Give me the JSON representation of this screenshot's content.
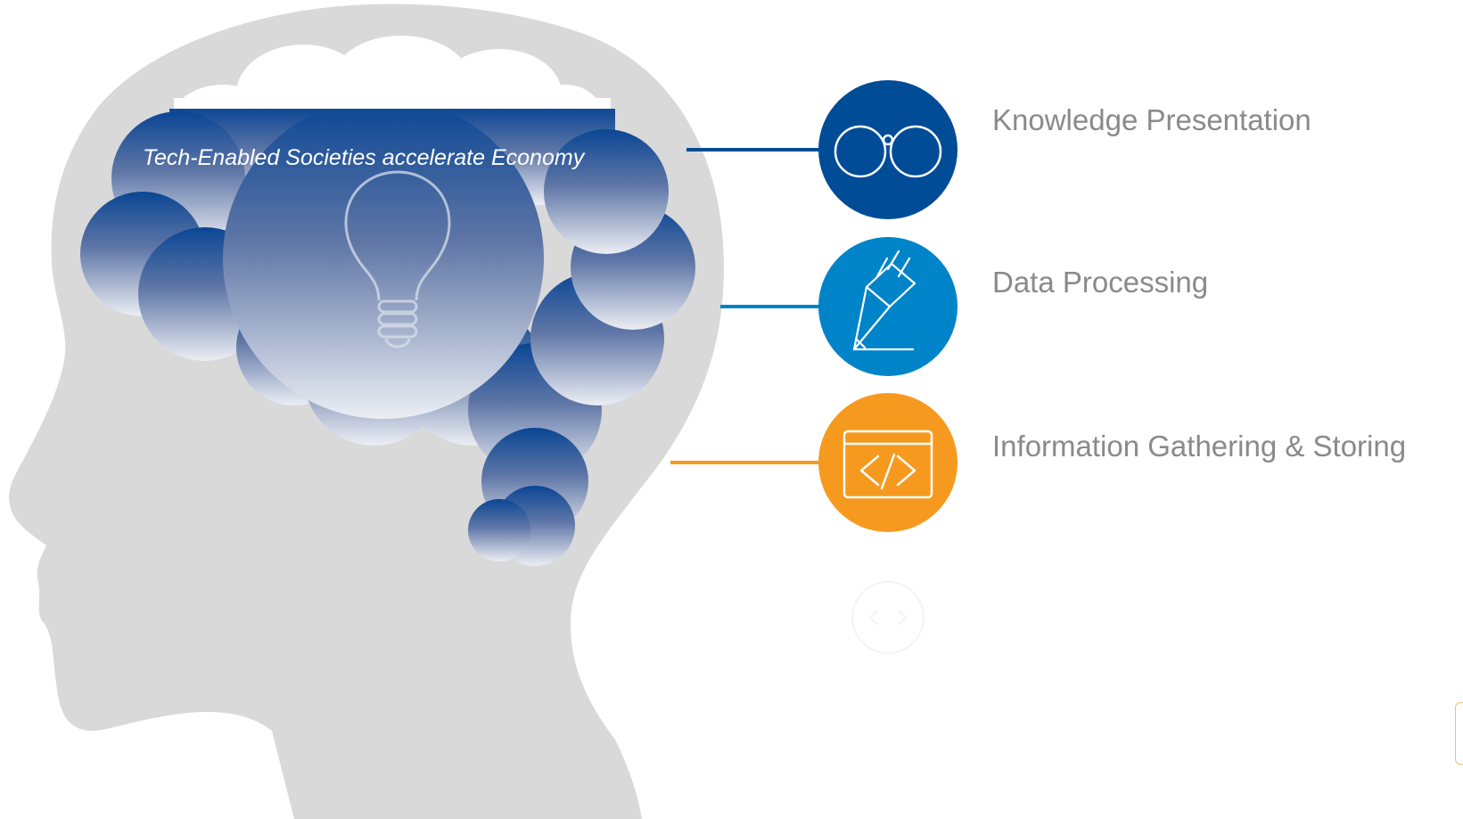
{
  "diagram": {
    "brain_title": "Tech-Enabled Societies accelerate Economy",
    "items": [
      {
        "label": "Knowledge Presentation",
        "icon": "glasses-icon",
        "color": "#004c97"
      },
      {
        "label": "Data Processing",
        "icon": "pencil-icon",
        "color": "#0084c9"
      },
      {
        "label": "Information Gathering & Storing",
        "icon": "code-window-icon",
        "color": "#f59a1f"
      }
    ],
    "colors": {
      "head": "#d9d9d9",
      "brain_top": "#0a4694",
      "brain_bottom": "#e8ebf2",
      "label_text": "#8a8a8a"
    }
  }
}
